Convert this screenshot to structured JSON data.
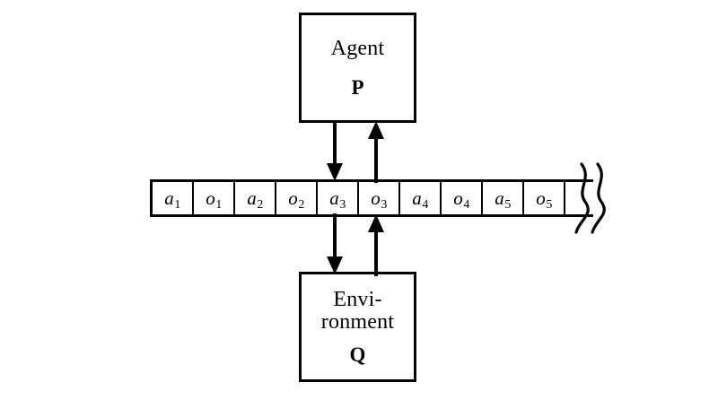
{
  "diagram": {
    "title": "Agent-Environment interaction tape",
    "background_color": "#ffffff",
    "stroke_color": "#000000"
  },
  "agent": {
    "title": "Agent",
    "symbol": "P"
  },
  "environment": {
    "title": "Envi-\nronment",
    "symbol": "Q"
  },
  "tape": {
    "cells": [
      {
        "base": "a",
        "sub": "1"
      },
      {
        "base": "o",
        "sub": "1"
      },
      {
        "base": "a",
        "sub": "2"
      },
      {
        "base": "o",
        "sub": "2"
      },
      {
        "base": "a",
        "sub": "3"
      },
      {
        "base": "o",
        "sub": "3"
      },
      {
        "base": "a",
        "sub": "4"
      },
      {
        "base": "o",
        "sub": "4"
      },
      {
        "base": "a",
        "sub": "5"
      },
      {
        "base": "o",
        "sub": "5"
      }
    ],
    "trailing_cell": "",
    "break_symbol": "double-wavy-break"
  },
  "arrows": [
    {
      "name": "agent-writes-action",
      "from": "agent",
      "to": "tape-cell-a3",
      "direction": "down"
    },
    {
      "name": "agent-reads-observation",
      "from": "tape-cell-o3",
      "to": "agent",
      "direction": "up"
    },
    {
      "name": "environment-reads-action",
      "from": "tape-cell-a3",
      "to": "environment",
      "direction": "down"
    },
    {
      "name": "environment-writes-observation",
      "from": "environment",
      "to": "tape-cell-o3",
      "direction": "up"
    }
  ]
}
